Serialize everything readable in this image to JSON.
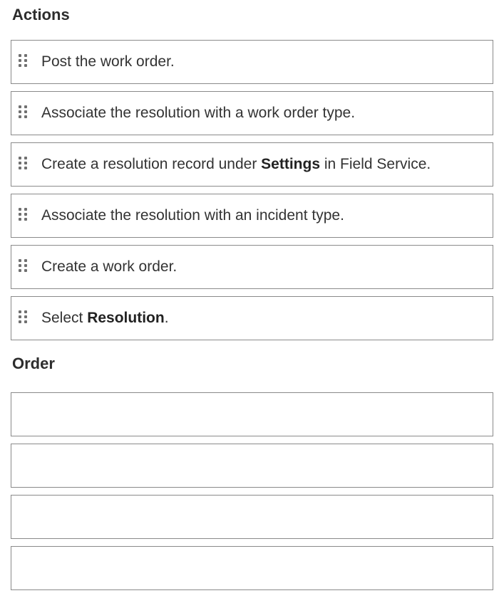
{
  "actions": {
    "title": "Actions",
    "items": [
      {
        "pre": "Post the work order.",
        "bold": "",
        "post": ""
      },
      {
        "pre": "Associate the resolution with a work order type.",
        "bold": "",
        "post": ""
      },
      {
        "pre": "Create a resolution record under ",
        "bold": "Settings",
        "post": " in Field Service."
      },
      {
        "pre": "Associate the resolution with an incident type.",
        "bold": "",
        "post": ""
      },
      {
        "pre": "Create a work order.",
        "bold": "",
        "post": ""
      },
      {
        "pre": "Select ",
        "bold": "Resolution",
        "post": "."
      }
    ]
  },
  "order": {
    "title": "Order",
    "slots": [
      "",
      "",
      "",
      ""
    ]
  },
  "icons": {
    "drag_handle": "drag-handle-icon"
  }
}
